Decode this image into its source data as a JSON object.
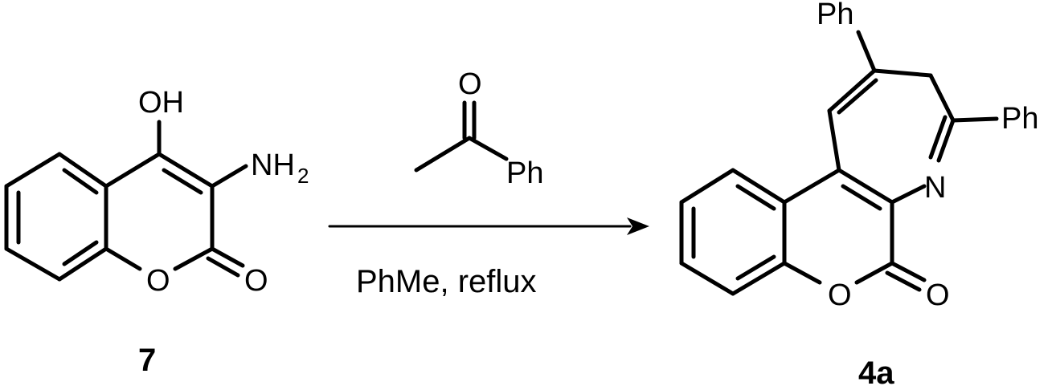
{
  "reactant": {
    "label": "7",
    "atoms": {
      "hydroxyl": "OH",
      "amine": "NH",
      "amine_subscript": "2",
      "ring_oxygen": "O",
      "carbonyl_oxygen": "O"
    }
  },
  "reagent": {
    "atoms": {
      "carbonyl_oxygen": "O",
      "phenyl": "Ph"
    }
  },
  "conditions": "PhMe, reflux",
  "product": {
    "label": "4a",
    "atoms": {
      "phenyl_top": "Ph",
      "phenyl_right": "Ph",
      "nitrogen": "N",
      "ring_oxygen": "O",
      "carbonyl_oxygen": "O"
    }
  }
}
